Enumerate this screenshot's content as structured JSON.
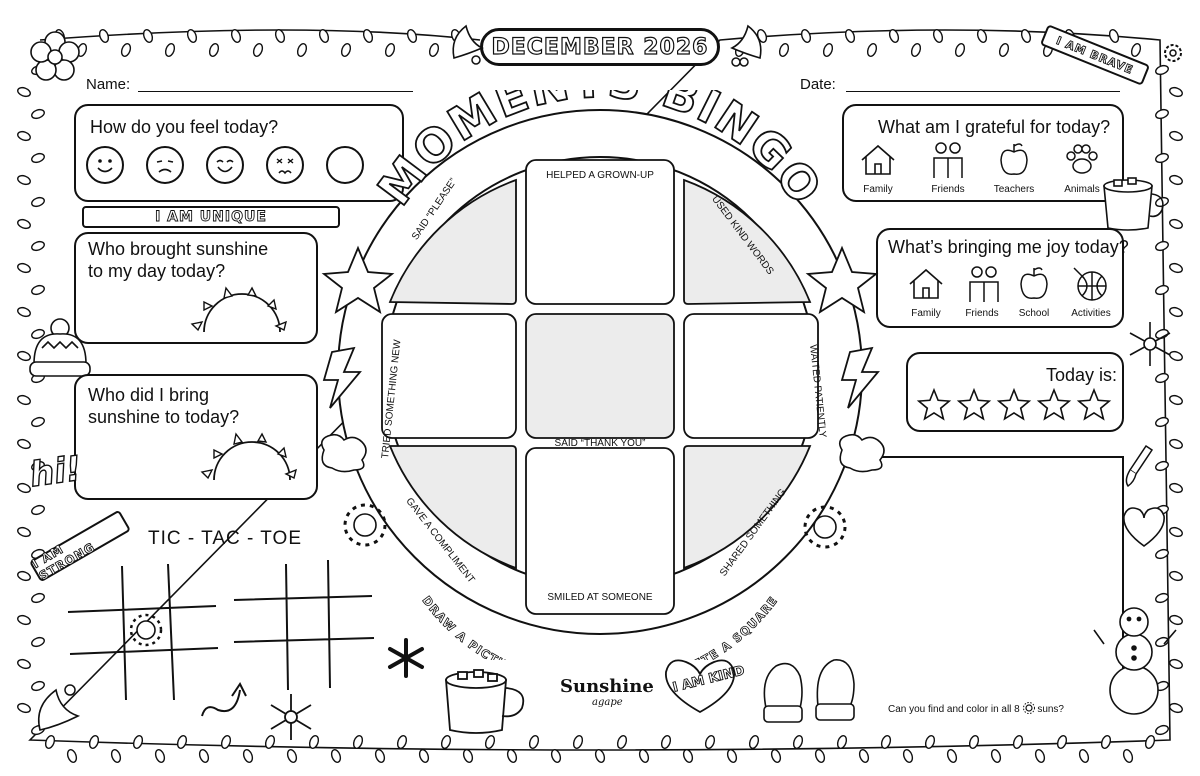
{
  "header": {
    "month": "DECEMBER 2026",
    "name_label": "Name:",
    "date_label": "Date:"
  },
  "badges": {
    "brave": "I AM BRAVE",
    "unique": "I AM UNIQUE",
    "strong": "I AM STRONG",
    "kind": "I AM KIND",
    "hi": "hi!"
  },
  "feel": {
    "title": "How do you feel today?"
  },
  "sunshine_in": {
    "title_line1": "Who brought sunshine",
    "title_line2": "to my day today?"
  },
  "sunshine_out": {
    "title_line1": "Who did I bring",
    "title_line2": "sunshine to today?"
  },
  "grateful": {
    "title": "What am I grateful for today?",
    "items": [
      "Family",
      "Friends",
      "Teachers",
      "Animals"
    ]
  },
  "joy": {
    "title": "What’s bringing me joy today?",
    "items": [
      "Family",
      "Friends",
      "School",
      "Activities"
    ]
  },
  "today": {
    "title": "Today is:"
  },
  "bingo": {
    "title": "MOMENTS BINGO",
    "instruction": "DRAW A PICTURE EACH TIME YOU COMPLETE A SQUARE",
    "cells": {
      "top_left": "SAID “PLEASE”",
      "top_center": "HELPED A GROWN-UP",
      "top_right": "USED KIND WORDS",
      "middle_left": "TRIED SOMETHING NEW",
      "middle_center": "SAID “THANK YOU”",
      "middle_right": "WAITED PATIENTLY",
      "bottom_left": "GAVE A COMPLIMENT",
      "bottom_center": "SMILED AT SOMEONE",
      "bottom_right": "SHARED SOMETHING"
    }
  },
  "tictactoe": {
    "title": "TIC - TAC - TOE"
  },
  "footer": {
    "sun_hunt_before": "Can you find and color in all 8",
    "sun_hunt_after": "suns?",
    "brand": "Sunshine",
    "brand_sub": "agape"
  }
}
